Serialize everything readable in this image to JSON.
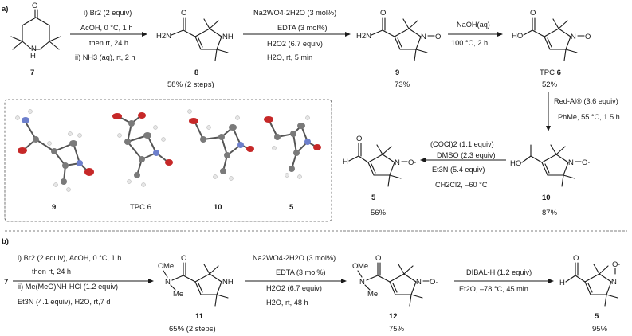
{
  "panels": {
    "a": "a)",
    "b": "b)"
  },
  "compounds": {
    "c7": "7",
    "c8": "8",
    "c9": "9",
    "c6_prefix": "TPC ",
    "c6": "6",
    "c10": "10",
    "c5": "5",
    "c11": "11",
    "c12": "12",
    "b_start": "7"
  },
  "yields": {
    "y8": "58% (2 steps)",
    "y9": "73%",
    "y6": "52%",
    "y10": "87%",
    "y5a": "56%",
    "y11": "65% (2 steps)",
    "y12": "75%",
    "y5b": "95%"
  },
  "conditions": {
    "s1": [
      "i) Br2 (2 equiv)",
      "AcOH, 0 °C, 1 h",
      "then rt, 24 h",
      "ii) NH3 (aq), rt, 2 h"
    ],
    "s2": [
      "Na2WO4·2H2O (3 mol%)",
      "EDTA (3 mol%)",
      "H2O2 (6.7 equiv)",
      "H2O, rt, 5 min"
    ],
    "s3": [
      "NaOH(aq)",
      "100 °C, 2 h"
    ],
    "s4": [
      "Red-Al® (3.6 equiv)",
      "PhMe, 55 °C, 1.5 h"
    ],
    "s5": [
      "(COCl)2 (1.1 equiv)",
      "DMSO (2.3 equiv)",
      "Et3N (5.4 equiv)",
      "CH2Cl2, –60 °C"
    ],
    "b1": [
      "i) Br2 (2 equiv), AcOH, 0 °C, 1 h",
      "then rt, 24 h",
      "ii) Me(MeO)NH·HCl (1.2 equiv)",
      "Et3N (4.1 equiv), H2O, rt,7 d"
    ],
    "b2": [
      "Na2WO4·2H2O (3 mol%)",
      "EDTA (3 mol%)",
      "H2O2 (6.7 equiv)",
      "H2O, rt, 48 h"
    ],
    "b3": [
      "DIBAL-H (1.2 equiv)",
      "Et2O, –78 °C, 45 min"
    ]
  },
  "atoms": {
    "O": "O",
    "N": "N",
    "NH": "NH",
    "H": "H",
    "H2N": "H2N",
    "HO": "HO",
    "Me": "Me",
    "radical": "O·"
  },
  "xray_labels": [
    "9",
    "TPC 6",
    "10",
    "5"
  ]
}
